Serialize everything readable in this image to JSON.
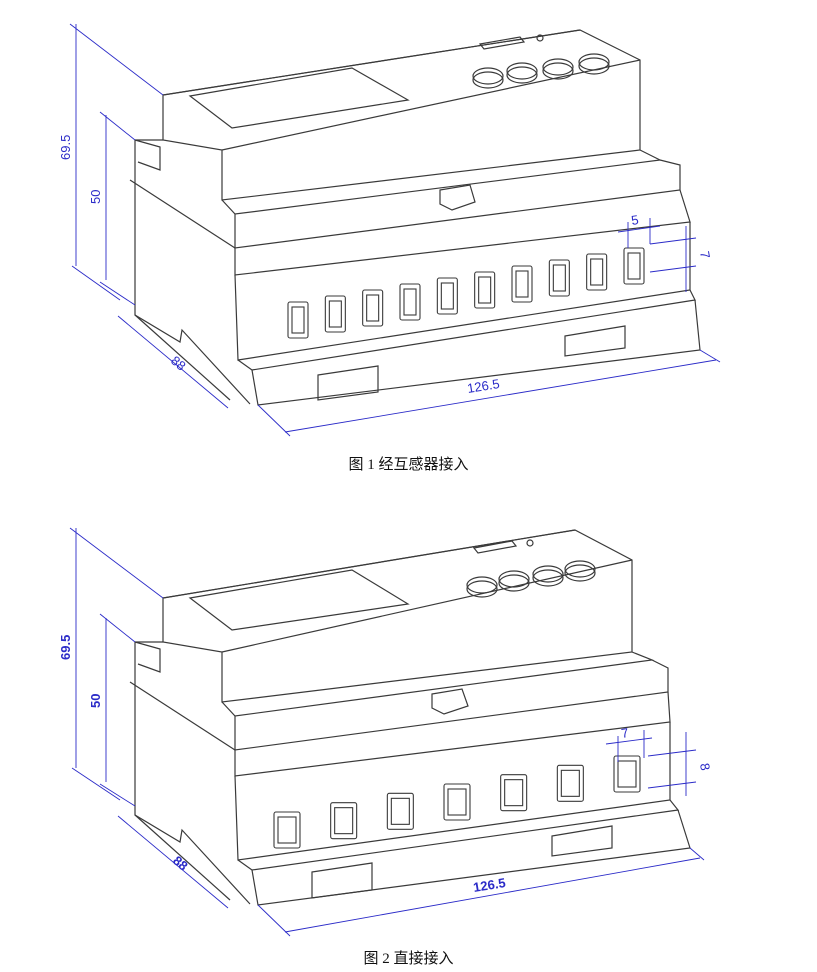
{
  "colors": {
    "outline": "#3a3a3a",
    "dimension": "#2b2bc8",
    "background": "#ffffff"
  },
  "figures": [
    {
      "caption": "图 1  经互感器接入",
      "dimensions": {
        "height_total": "69.5",
        "height_body": "50",
        "depth": "88",
        "width": "126.5",
        "terminal_width": "5",
        "terminal_height": "7"
      },
      "terminal_count": 10
    },
    {
      "caption": "图 2  直接接入",
      "dimensions": {
        "height_total": "69.5",
        "height_body": "50",
        "depth": "88",
        "width": "126.5",
        "terminal_width": "7",
        "terminal_height": "8"
      },
      "terminal_count": 7
    }
  ]
}
